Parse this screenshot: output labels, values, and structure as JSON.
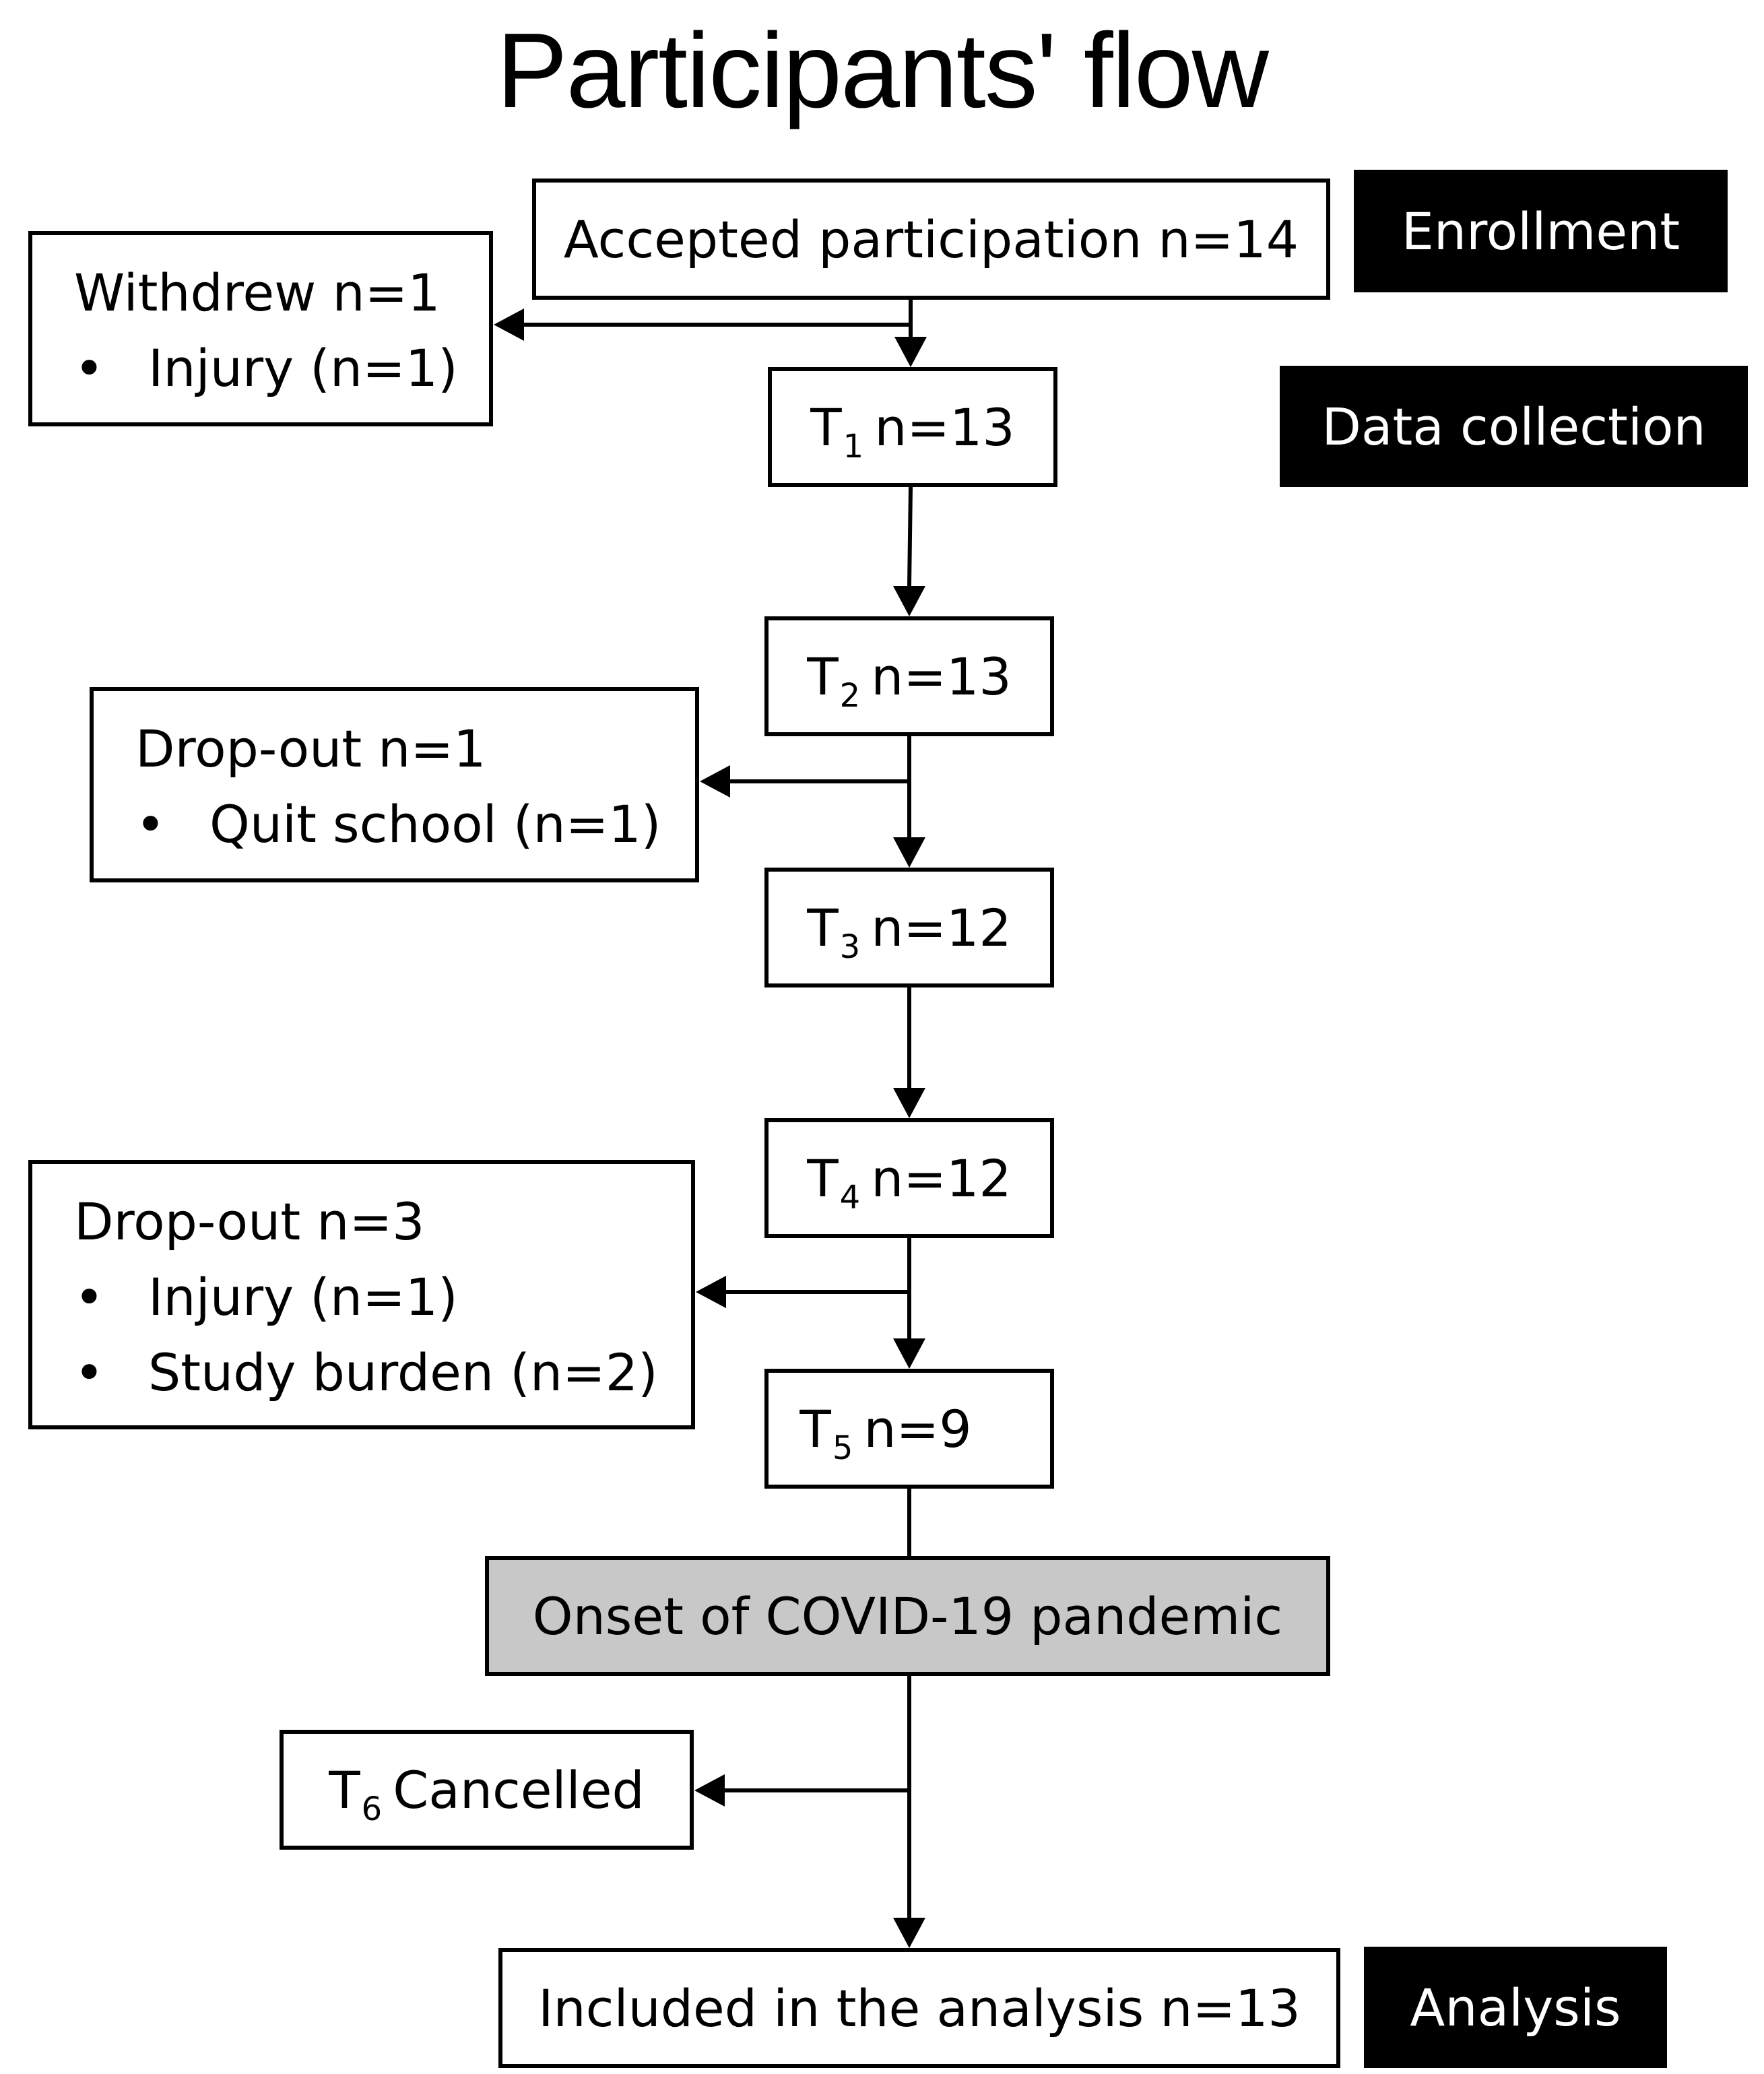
{
  "title": "Participants' flow",
  "phases": {
    "enrollment": "Enrollment",
    "data_collection": "Data collection",
    "analysis": "Analysis"
  },
  "main_flow": {
    "accepted": "Accepted participation n=14",
    "t1": {
      "letter": "T",
      "sub": "1",
      "count": "n=13"
    },
    "t2": {
      "letter": "T",
      "sub": "2",
      "count": "n=13"
    },
    "t3": {
      "letter": "T",
      "sub": "3",
      "count": "n=12"
    },
    "t4": {
      "letter": "T",
      "sub": "4",
      "count": "n=12"
    },
    "t5": {
      "letter": "T",
      "sub": "5",
      "count": "n=9"
    },
    "covid": "Onset of COVID-19 pandemic",
    "included": "Included in the analysis n=13"
  },
  "side_boxes": {
    "withdrew": {
      "heading": "Withdrew n=1",
      "bullets": [
        "Injury (n=1)"
      ]
    },
    "dropout1": {
      "heading": "Drop-out n=1",
      "bullets": [
        "Quit school (n=1)"
      ]
    },
    "dropout3": {
      "heading": "Drop-out n=3",
      "bullets": [
        "Injury (n=1)",
        "Study burden (n=2)"
      ]
    },
    "t6": {
      "letter": "T",
      "sub": "6",
      "text": "Cancelled"
    }
  },
  "bullet_glyph": "•"
}
